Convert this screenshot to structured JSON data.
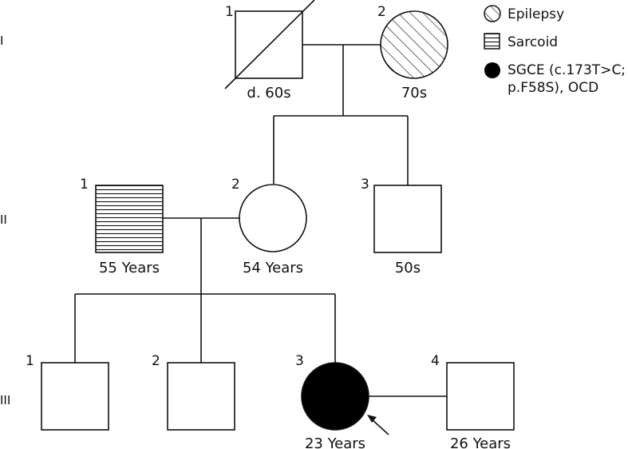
{
  "legend": {
    "epilepsy": "Epilepsy",
    "sarcoid": "Sarcoid",
    "sgce_line1": "SGCE (c.173T>C;",
    "sgce_line2": "p.F58S), OCD"
  },
  "generations": {
    "g1": "I",
    "g2": "II",
    "g3": "III"
  },
  "gen1": {
    "p1": {
      "number": "1",
      "label": "d. 60s"
    },
    "p2": {
      "number": "2",
      "label": "70s"
    }
  },
  "gen2": {
    "p1": {
      "number": "1",
      "label": "55 Years"
    },
    "p2": {
      "number": "2",
      "label": "54 Years"
    },
    "p3": {
      "number": "3",
      "label": "50s"
    }
  },
  "gen3": {
    "p1": {
      "number": "1"
    },
    "p2": {
      "number": "2"
    },
    "p3": {
      "number": "3",
      "label": "23 Years"
    },
    "p4": {
      "number": "4",
      "label": "26 Years"
    }
  },
  "colors": {
    "affected": "#000000",
    "stroke": "#111111",
    "background": "#ffffff"
  }
}
